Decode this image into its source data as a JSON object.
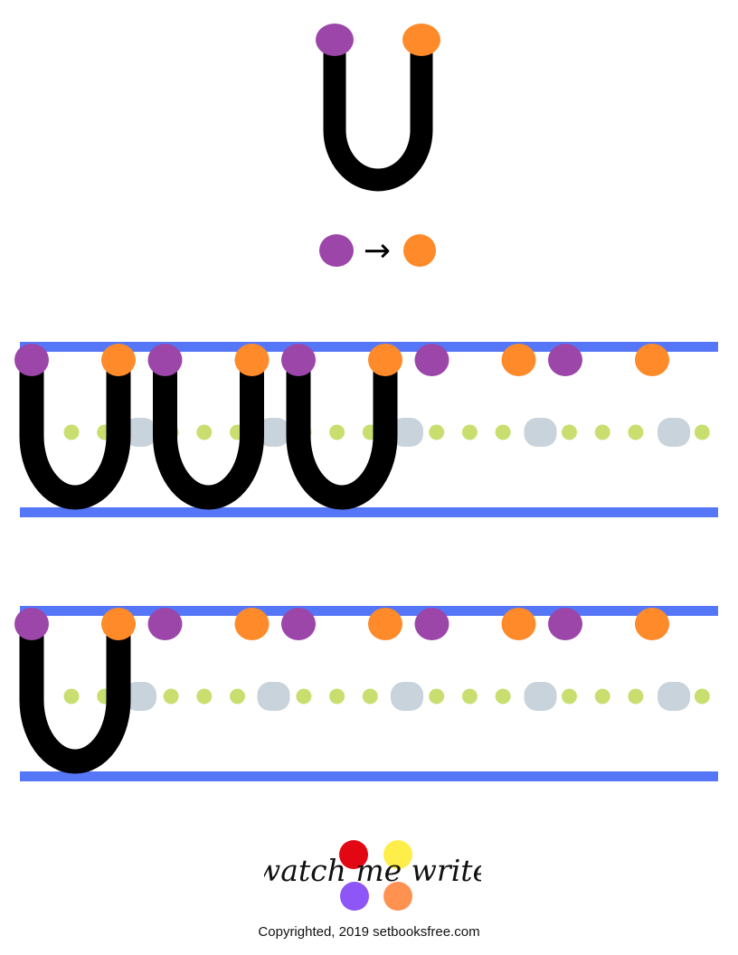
{
  "worksheet": {
    "letter": "U",
    "colors": {
      "stroke": "#000000",
      "start_dot": "#9b46a8",
      "end_dot": "#fe8a2a",
      "guide_line": "#5577f7",
      "midline_dot": "#c8df70",
      "gap_marker": "#c9d3dc"
    },
    "legend": {
      "start_color": "#9b46a8",
      "arrow": "→",
      "end_color": "#fe8a2a"
    },
    "practice_rows": [
      {
        "solid_letters": 3,
        "letter_slots": 5
      },
      {
        "solid_letters": 1,
        "letter_slots": 5
      }
    ]
  },
  "logo": {
    "text": "watch me write",
    "dot_colors": [
      "#e30613",
      "#ffed4a",
      "#8e55f7",
      "#ff9151"
    ]
  },
  "footer": {
    "copyright": "Copyrighted, 2019 setbooksfree.com"
  }
}
